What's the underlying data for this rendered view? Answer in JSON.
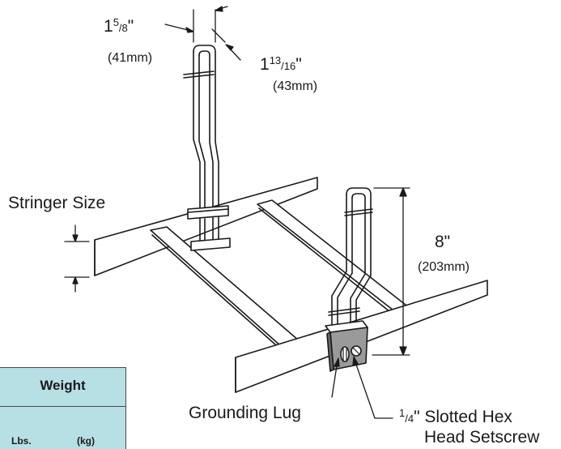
{
  "labels": {
    "width_whole": "1",
    "width_num": "5",
    "width_den": "/8",
    "width_quote": "\"",
    "width_mm": "(41mm)",
    "depth_whole": "1",
    "depth_num": "13",
    "depth_den": "/16",
    "depth_quote": "\"",
    "depth_mm": "(43mm)",
    "stringer": "Stringer Size",
    "height_value": "8\"",
    "height_mm": "(203mm)",
    "grounding": "Grounding Lug",
    "screw_num": "1",
    "screw_den": "/4",
    "screw_rest": "\" Slotted Hex",
    "screw_line2": "Head Setscrew"
  },
  "weight_table": {
    "title": "Weight",
    "col_lbs": "Lbs.",
    "col_kg": "(kg)"
  },
  "colors": {
    "line": "#1a1a1a",
    "lug_fill": "#9a9a9a",
    "table_fill": "#b7e0e4"
  }
}
